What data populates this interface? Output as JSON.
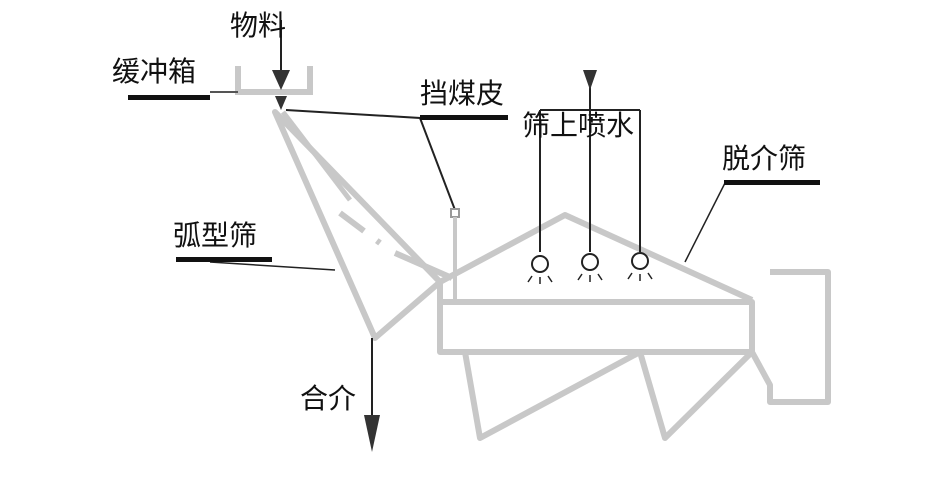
{
  "labels": {
    "material": "物料",
    "buffer_box": "缓冲箱",
    "coal_shield": "挡煤皮",
    "spray_water": "筛上喷水",
    "desliming_screen": "脱介筛",
    "arc_screen": "弧型筛",
    "combined_medium": "合介"
  },
  "colors": {
    "equipment": "#c8c8c8",
    "lines": "#222222",
    "text": "#111111"
  },
  "icons": {
    "nozzle": "spray-nozzle-icon",
    "flow_arrow": "arrow-down-icon"
  }
}
